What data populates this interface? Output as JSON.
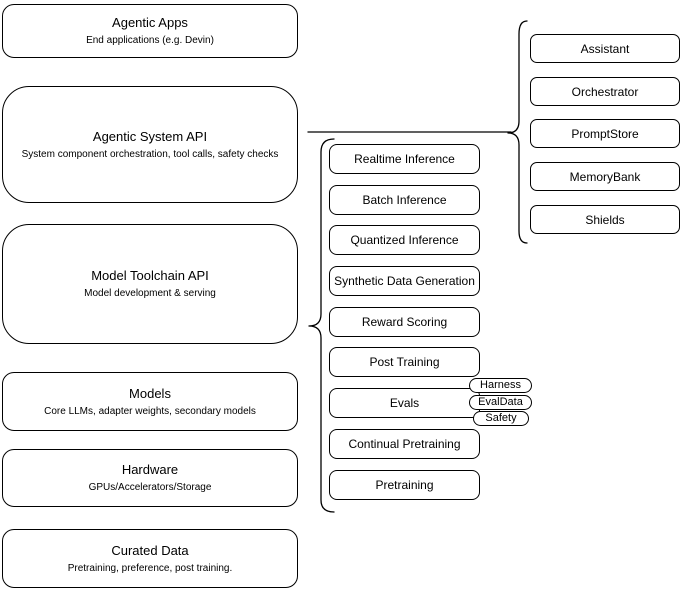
{
  "left_column": [
    {
      "title": "Agentic Apps",
      "subtitle": "End applications (e.g. Devin)"
    },
    {
      "title": "Agentic System API",
      "subtitle": "System component orchestration, tool calls, safety checks"
    },
    {
      "title": "Model Toolchain API",
      "subtitle": "Model development & serving"
    },
    {
      "title": "Models",
      "subtitle": "Core LLMs, adapter weights, secondary models"
    },
    {
      "title": "Hardware",
      "subtitle": "GPUs/Accelerators/Storage"
    },
    {
      "title": "Curated Data",
      "subtitle": "Pretraining, preference, post training."
    }
  ],
  "toolchain_items": [
    "Realtime Inference",
    "Batch Inference",
    "Quantized Inference",
    "Synthetic Data Generation",
    "Reward Scoring",
    "Post Training",
    "Evals",
    "Continual Pretraining",
    "Pretraining"
  ],
  "eval_tags": [
    "Harness",
    "EvalData",
    "Safety"
  ],
  "system_components": [
    "Assistant",
    "Orchestrator",
    "PromptStore",
    "MemoryBank",
    "Shields"
  ],
  "colors": {
    "stroke": "#000000",
    "background": "#ffffff",
    "text": "#000000"
  }
}
